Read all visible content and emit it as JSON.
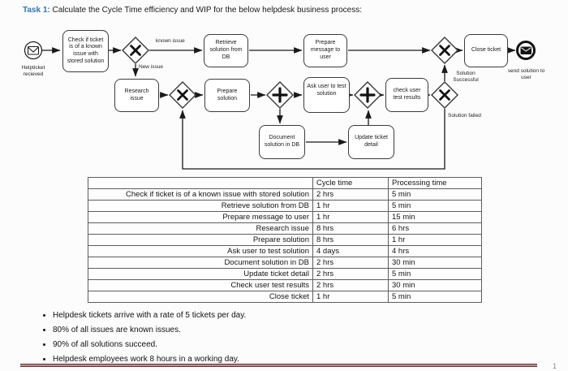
{
  "title": {
    "task_label": "Task 1:",
    "text": " Calculate the Cycle Time efficiency and WIP for the below helpdesk business process:"
  },
  "colors": {
    "accent_blue": "#2E75B6",
    "footer_maroon": "#68302e",
    "diagram_line": "#1a1a1a"
  },
  "icons": {
    "start_event": "envelope-outline",
    "end_event": "envelope-filled",
    "xor_gateway": "✕",
    "and_gateway": "+",
    "subprocess_marker": "+"
  },
  "diagram": {
    "start_event_label": "Helpticket\nrecieved",
    "end_event_label": "send solution to\nuser",
    "tasks": [
      {
        "id": "check-ticket",
        "label": "Check if ticket is of a known issue with stored solution"
      },
      {
        "id": "retrieve-solution",
        "label": "Retrieve solution from DB"
      },
      {
        "id": "prepare-message",
        "label": "Prepare message to user"
      },
      {
        "id": "research-issue",
        "label": "Research issue"
      },
      {
        "id": "prepare-solution",
        "label": "Prepare solution"
      },
      {
        "id": "ask-user-test",
        "label": "Ask user to test solution"
      },
      {
        "id": "check-test-results",
        "label": "check user test results"
      },
      {
        "id": "document-solution",
        "label": "Document solution in DB"
      },
      {
        "id": "update-ticket",
        "label": "Update ticket detail"
      },
      {
        "id": "close-ticket",
        "label": "Close ticket"
      }
    ],
    "edge_labels": {
      "known_issue": "known issue",
      "new_issue": "New issue",
      "solution_successful": "Solution\nSuccessful",
      "solution_failed": "Solution failed"
    }
  },
  "table": {
    "headers": [
      "",
      "Cycle time",
      "Processing time"
    ],
    "rows": [
      {
        "task": "Check if ticket is of a known issue with stored solution",
        "cycle_time": "2 hrs",
        "processing_time": "5 min"
      },
      {
        "task": "Retrieve solution from DB",
        "cycle_time": "1 hr",
        "processing_time": "5 min"
      },
      {
        "task": "Prepare message to user",
        "cycle_time": "1 hr",
        "processing_time": "15 min"
      },
      {
        "task": "Research issue",
        "cycle_time": "8 hrs",
        "processing_time": "6 hrs"
      },
      {
        "task": "Prepare solution",
        "cycle_time": "8 hrs",
        "processing_time": "1 hr"
      },
      {
        "task": "Ask user to test solution",
        "cycle_time": "4 days",
        "processing_time": "4 hrs"
      },
      {
        "task": "Document solution in DB",
        "cycle_time": "2 hrs",
        "processing_time": "30 min"
      },
      {
        "task": "Update ticket detail",
        "cycle_time": "2 hrs",
        "processing_time": "5 min"
      },
      {
        "task": "Check user test results",
        "cycle_time": "2 hrs",
        "processing_time": "30 min"
      },
      {
        "task": "Close ticket",
        "cycle_time": "1 hr",
        "processing_time": "5 min"
      }
    ]
  },
  "bullets": [
    "Helpdesk tickets arrive with a rate of 5 tickets per day.",
    "80% of all issues are known issues.",
    "90% of all solutions succeed.",
    "Helpdesk employees work 8 hours in a working day."
  ],
  "footer": {
    "page_number": "1"
  }
}
